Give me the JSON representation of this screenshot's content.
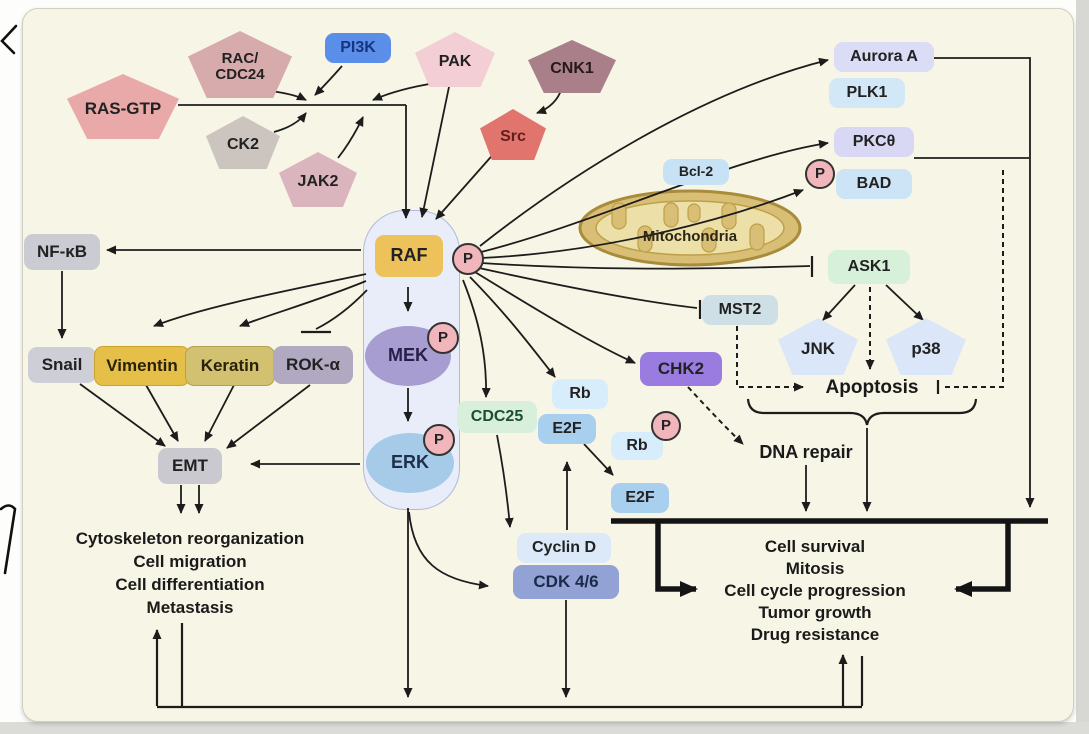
{
  "nodes": {
    "ras_gtp": {
      "label": "RAS-GTP"
    },
    "rac_cdc24": {
      "line1": "RAC/",
      "line2": "CDC24"
    },
    "pi3k": {
      "label": "PI3K"
    },
    "pak": {
      "label": "PAK"
    },
    "cnk1": {
      "label": "CNK1"
    },
    "ck2": {
      "label": "CK2"
    },
    "src": {
      "label": "Src"
    },
    "jak2": {
      "label": "JAK2"
    },
    "aurora_a": {
      "label": "Aurora A"
    },
    "plk1": {
      "label": "PLK1"
    },
    "pkc_theta": {
      "label": "PKCθ"
    },
    "bad": {
      "label": "BAD"
    },
    "bcl2": {
      "label": "Bcl-2"
    },
    "mitochondria": {
      "label": "Mitochondria"
    },
    "nfkb": {
      "label": "NF-κB"
    },
    "raf": {
      "label": "RAF"
    },
    "mek": {
      "label": "MEK"
    },
    "erk": {
      "label": "ERK"
    },
    "snail": {
      "label": "Snail"
    },
    "vimentin": {
      "label": "Vimentin"
    },
    "keratin": {
      "label": "Keratin"
    },
    "rok_alpha": {
      "label": "ROK-α"
    },
    "emt": {
      "label": "EMT"
    },
    "cdc25": {
      "label": "CDC25"
    },
    "ask1": {
      "label": "ASK1"
    },
    "mst2": {
      "label": "MST2"
    },
    "jnk": {
      "label": "JNK"
    },
    "p38": {
      "label": "p38"
    },
    "chk2": {
      "label": "CHK2"
    },
    "rb_complex": {
      "label": "Rb"
    },
    "e2f_complex": {
      "label": "E2F"
    },
    "rb_phospho": {
      "label": "Rb"
    },
    "e2f_free": {
      "label": "E2F"
    },
    "cyclin_d": {
      "label": "Cyclin D"
    },
    "cdk46": {
      "label": "CDK 4/6"
    }
  },
  "labels": {
    "phospho_badge": "P",
    "apoptosis": "Apoptosis",
    "dna_repair": "DNA repair"
  },
  "outcomes_left": [
    "Cytoskeleton reorganization",
    "Cell migration",
    "Cell differentiation",
    "Metastasis"
  ],
  "outcomes_right": [
    "Cell survival",
    "Mitosis",
    "Cell cycle progression",
    "Tumor growth",
    "Drug resistance"
  ],
  "colors": {
    "canvas": "#f7f5e5",
    "pi3k_blue": "#5a8ee8",
    "raf_gold": "#eec25b",
    "mek_purple": "#a79dd1",
    "erk_blue": "#a5cbe9",
    "chk2_purple": "#9a7ce1",
    "phospho_pink": "#f0b6bc",
    "mito_gold": "#d8bf75",
    "arrow_black": "#1c1c1c"
  }
}
